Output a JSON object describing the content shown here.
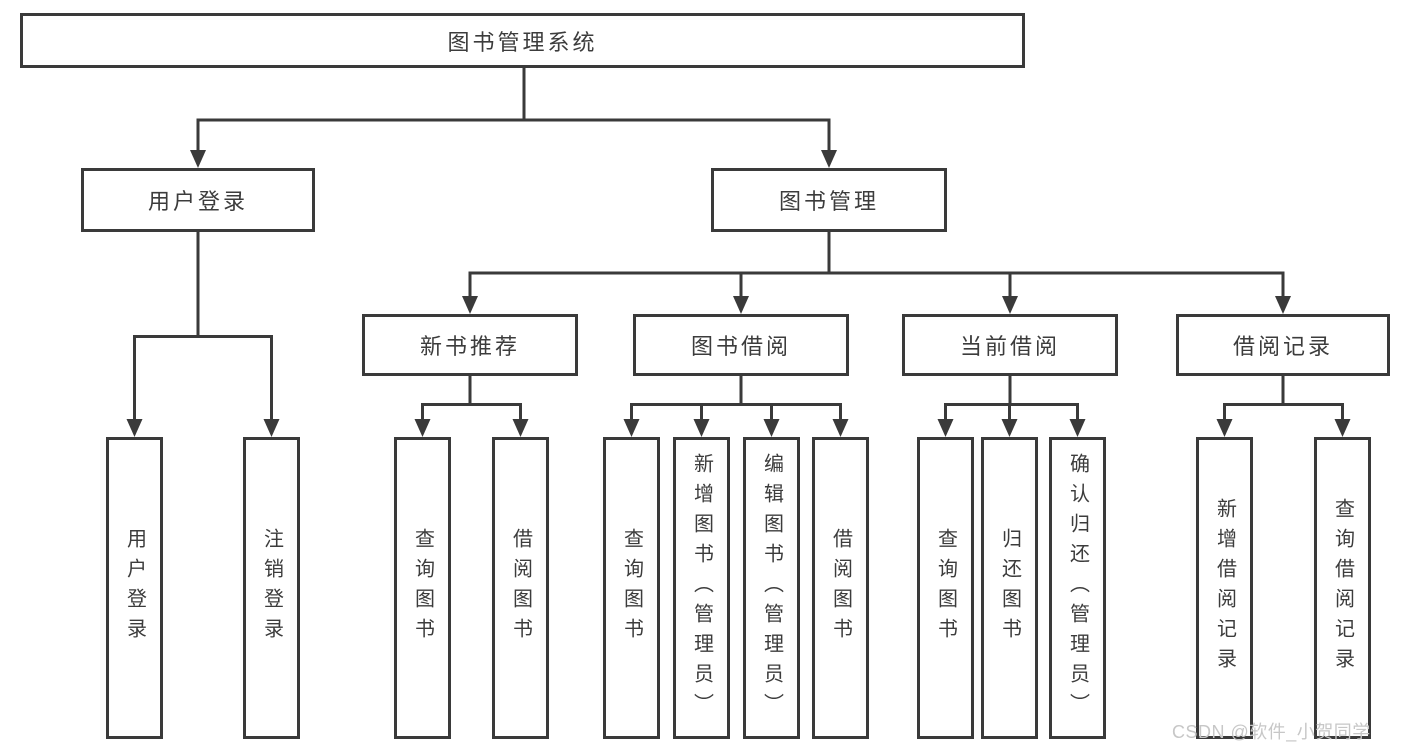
{
  "diagram": {
    "title": "图书管理系统",
    "tree": {
      "label": "图书管理系统",
      "children": [
        {
          "label": "用户登录",
          "children": [
            {
              "label": "用户登录"
            },
            {
              "label": "注销登录"
            }
          ]
        },
        {
          "label": "图书管理",
          "children": [
            {
              "label": "新书推荐",
              "children": [
                {
                  "label": "查询图书"
                },
                {
                  "label": "借阅图书"
                }
              ]
            },
            {
              "label": "图书借阅",
              "children": [
                {
                  "label": "查询图书"
                },
                {
                  "label": "新增图书（管理员）"
                },
                {
                  "label": "编辑图书（管理员）"
                },
                {
                  "label": "借阅图书"
                }
              ]
            },
            {
              "label": "当前借阅",
              "children": [
                {
                  "label": "查询图书"
                },
                {
                  "label": "归还图书"
                },
                {
                  "label": "确认归还（管理员）"
                }
              ]
            },
            {
              "label": "借阅记录",
              "children": [
                {
                  "label": "新增借阅记录"
                },
                {
                  "label": "查询借阅记录"
                }
              ]
            }
          ]
        }
      ]
    },
    "watermark": "CSDN @软件_小贺同学",
    "colors": {
      "line": "#3a3a3a",
      "box_border": "#3a3a3a",
      "box_fill": "#ffffff",
      "text": "#3c3c3c",
      "watermark": "#c7c7c7",
      "background": "#ffffff"
    }
  }
}
